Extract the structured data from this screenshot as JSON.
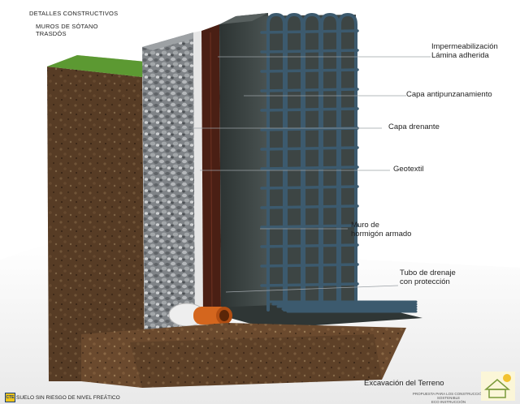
{
  "header": {
    "title": "DETALLES CONSTRUCTIVOS",
    "subtitle_line1": "MUROS DE SÓTANO",
    "subtitle_line2": "TRASDÓS"
  },
  "labels": {
    "impermeabilizacion_line1": "Impermeabilización",
    "impermeabilizacion_line2": "Lámina adherida",
    "antipunzonamiento": "Capa antipunzanamiento",
    "drenante": "Capa drenante",
    "geotextil": "Geotextil",
    "muro_line1": "Muro de",
    "muro_line2": "hormigón armado",
    "tubo_line1": "Tubo de drenaje",
    "tubo_line2": "con protección",
    "excavacion": "Excavación del Terreno"
  },
  "footer": {
    "cte_logo": "CTE",
    "condition": "SUELO SIN RIESGO DE NIVEL FREÁTICO",
    "credit_line1": "PROPUESTA PARA LOS CONSTRUCCIÓN SOSTENIBLE",
    "credit_line2": "ECO INSTRUCCIÓN"
  },
  "colors": {
    "soil": "#6b4a2e",
    "gravel": "#8e9296",
    "membrane": "#4a1f14",
    "concrete": "#3d4544",
    "rebar": "#3c5a6e",
    "pipe": "#d4661e",
    "grass": "#4f8a2a"
  }
}
